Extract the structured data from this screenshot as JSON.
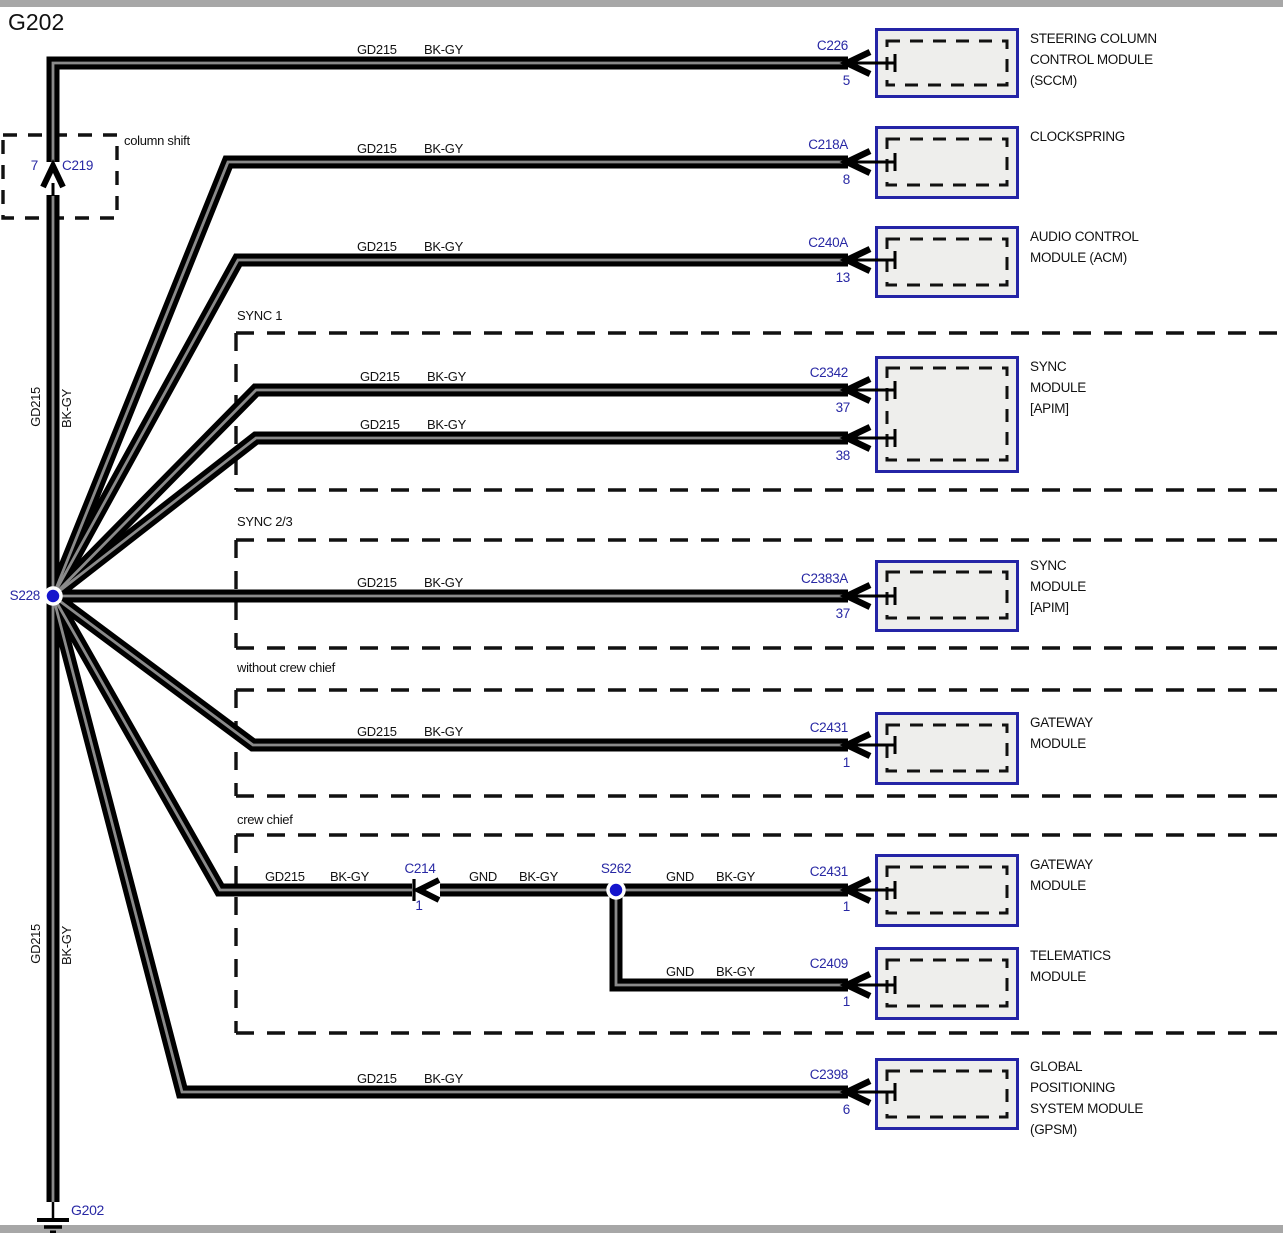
{
  "title": "G202",
  "trunk": {
    "circuit": "GD215",
    "color": "BK-GY"
  },
  "ground_label": "G202",
  "splices": {
    "main": "S228",
    "crew": "S262"
  },
  "column_shift": {
    "label": "column shift",
    "pin": "7",
    "connector": "C219"
  },
  "groups": {
    "sync1": "SYNC 1",
    "sync23": "SYNC 2/3",
    "no_crew": "without crew chief",
    "crew": "crew chief"
  },
  "branches": {
    "sccm": {
      "circuit": "GD215",
      "color": "BK-GY",
      "connector": "C226",
      "pin": "5",
      "module": [
        "STEERING COLUMN",
        "CONTROL MODULE",
        "(SCCM)"
      ]
    },
    "clockspring": {
      "circuit": "GD215",
      "color": "BK-GY",
      "connector": "C218A",
      "pin": "8",
      "module": [
        "CLOCKSPRING"
      ]
    },
    "acm": {
      "circuit": "GD215",
      "color": "BK-GY",
      "connector": "C240A",
      "pin": "13",
      "module": [
        "AUDIO CONTROL",
        "MODULE (ACM)"
      ]
    },
    "sync1": {
      "circuit": "GD215",
      "color": "BK-GY",
      "connector": "C2342",
      "pin_37": "37",
      "pin_38": "38",
      "module": [
        "SYNC",
        "MODULE",
        "[APIM]"
      ]
    },
    "sync23": {
      "circuit": "GD215",
      "color": "BK-GY",
      "connector": "C2383A",
      "pin": "37",
      "module": [
        "SYNC",
        "MODULE",
        "[APIM]"
      ]
    },
    "gateway_no_crew": {
      "circuit": "GD215",
      "color": "BK-GY",
      "connector": "C2431",
      "pin": "1",
      "module": [
        "GATEWAY",
        "MODULE"
      ]
    },
    "gateway_crew": {
      "circuit": "GD215",
      "color": "BK-GY",
      "inline_connector": "C214",
      "inline_pin": "1",
      "gnd": "GND",
      "connector": "C2431",
      "pin": "1",
      "module": [
        "GATEWAY",
        "MODULE"
      ]
    },
    "telematics": {
      "gnd": "GND",
      "color": "BK-GY",
      "connector": "C2409",
      "pin": "1",
      "module": [
        "TELEMATICS",
        "MODULE"
      ]
    },
    "gpsm": {
      "circuit": "GD215",
      "color": "BK-GY",
      "connector": "C2398",
      "pin": "6",
      "module": [
        "GLOBAL",
        "POSITIONING",
        "SYSTEM MODULE",
        "(GPSM)"
      ]
    }
  }
}
